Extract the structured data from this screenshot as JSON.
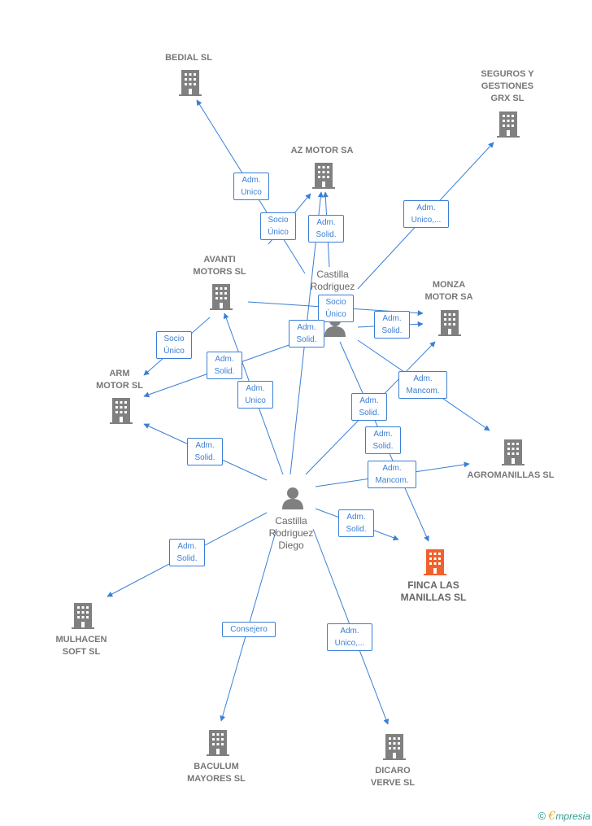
{
  "companies": [
    {
      "id": "bedial",
      "name": "BEDIAL SL"
    },
    {
      "id": "azmotor",
      "name": "AZ MOTOR SA"
    },
    {
      "id": "seguros",
      "name": "SEGUROS Y\nGESTIONES\nGRX  SL"
    },
    {
      "id": "avanti",
      "name": "AVANTI\nMOTORS SL"
    },
    {
      "id": "monza",
      "name": "MONZA\nMOTOR SA"
    },
    {
      "id": "arm",
      "name": "ARM\nMOTOR SL"
    },
    {
      "id": "agromanillas",
      "name": "AGROMANILLAS SL"
    },
    {
      "id": "finca",
      "name": "FINCA LAS\nMANILLAS  SL",
      "highlight": true
    },
    {
      "id": "mulhacen",
      "name": "MULHACEN\nSOFT  SL"
    },
    {
      "id": "baculum",
      "name": "BACULUM\nMAYORES  SL"
    },
    {
      "id": "dicaro",
      "name": "DICARO\nVERVE  SL"
    }
  ],
  "persons": [
    {
      "id": "alonso",
      "name": "Castilla\nRodriguez\nAlo..."
    },
    {
      "id": "diego",
      "name": "Castilla\nRodriguez\nDiego"
    }
  ],
  "edges": [
    {
      "id": "e1",
      "label": "Adm.\nUnico"
    },
    {
      "id": "e2",
      "label": "Socio\nÚnico"
    },
    {
      "id": "e3",
      "label": "Adm.\nSolid."
    },
    {
      "id": "e4",
      "label": "Adm.\nUnico,..."
    },
    {
      "id": "e5",
      "label": "Socio\nÚnico"
    },
    {
      "id": "e6",
      "label": "Adm.\nSolid."
    },
    {
      "id": "e7",
      "label": "Socio\nÚnico"
    },
    {
      "id": "e8",
      "label": "Adm.\nSolid."
    },
    {
      "id": "e9",
      "label": "Adm.\nSolid."
    },
    {
      "id": "e10",
      "label": "Adm.\nUnico"
    },
    {
      "id": "e11",
      "label": "Adm.\nMancom."
    },
    {
      "id": "e12",
      "label": "Adm.\nSolid."
    },
    {
      "id": "e13",
      "label": "Adm.\nSolid."
    },
    {
      "id": "e14",
      "label": "Adm.\nSolid."
    },
    {
      "id": "e15",
      "label": "Adm.\nMancom."
    },
    {
      "id": "e16",
      "label": "Adm.\nSolid."
    },
    {
      "id": "e17",
      "label": "Adm.\nSolid."
    },
    {
      "id": "e18",
      "label": "Consejero"
    },
    {
      "id": "e19",
      "label": "Adm.\nUnico,..."
    }
  ],
  "colors": {
    "edge": "#3a7fd5",
    "company": "#808080",
    "highlight": "#f0612d",
    "person": "#808080"
  },
  "footer": {
    "copyright": "©",
    "brand_initial": "€",
    "brand_rest": "mpresia"
  }
}
